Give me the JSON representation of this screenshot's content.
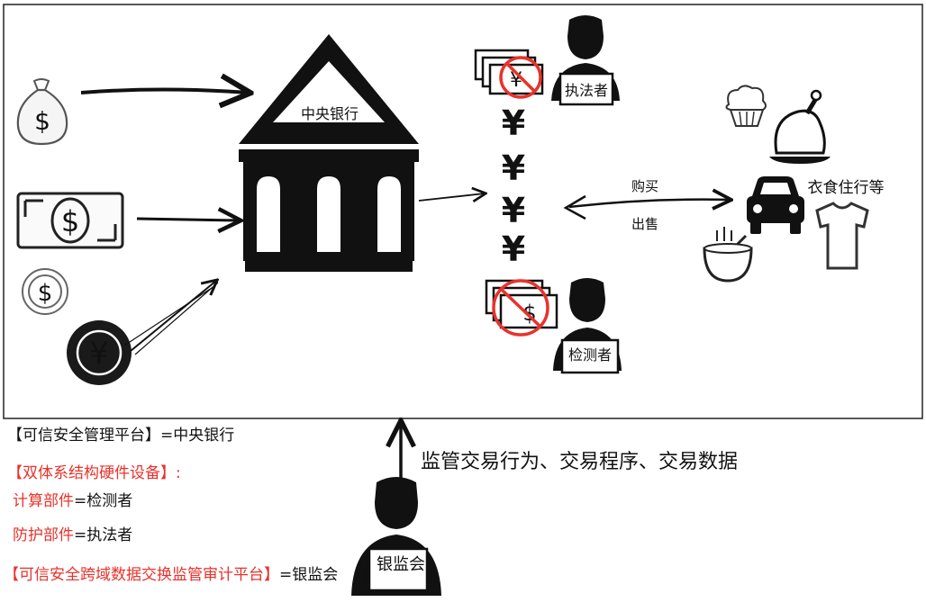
{
  "diagram": {
    "bank_label": "中央银行",
    "enforcer_label": "执法者",
    "inspector_label": "检测者",
    "regulator_label": "银监会",
    "buy_label": "购买",
    "sell_label": "出售",
    "goods_label": "衣食住行等",
    "yuan_symbol": "¥",
    "supervise_caption": "监管交易行为、交易程序、交易数据"
  },
  "legend": {
    "line1_bracket": "【可信安全管理平台】",
    "line1_eq": "=中央银行",
    "line2": "【双体系结构硬件设备】:",
    "line3_part": "计算部件",
    "line3_eq": "=检测者",
    "line4_part": "防护部件",
    "line4_eq": "=执法者",
    "line5_bracket": "【可信安全跨域数据交换监管审计平台】",
    "line5_eq": "=银监会"
  },
  "colors": {
    "ink": "#111111",
    "accent_red": "#e8322b",
    "frame": "#222222",
    "paper": "#ffffff"
  },
  "icons": [
    "money-bag-icon",
    "banknote-icon",
    "dollar-coin-icon",
    "yuan-coin-icon",
    "bank-building-icon",
    "person-icon",
    "crossed-banknote-icon",
    "cupcake-icon",
    "roast-chicken-icon",
    "car-icon",
    "bowl-icon",
    "tshirt-icon"
  ]
}
